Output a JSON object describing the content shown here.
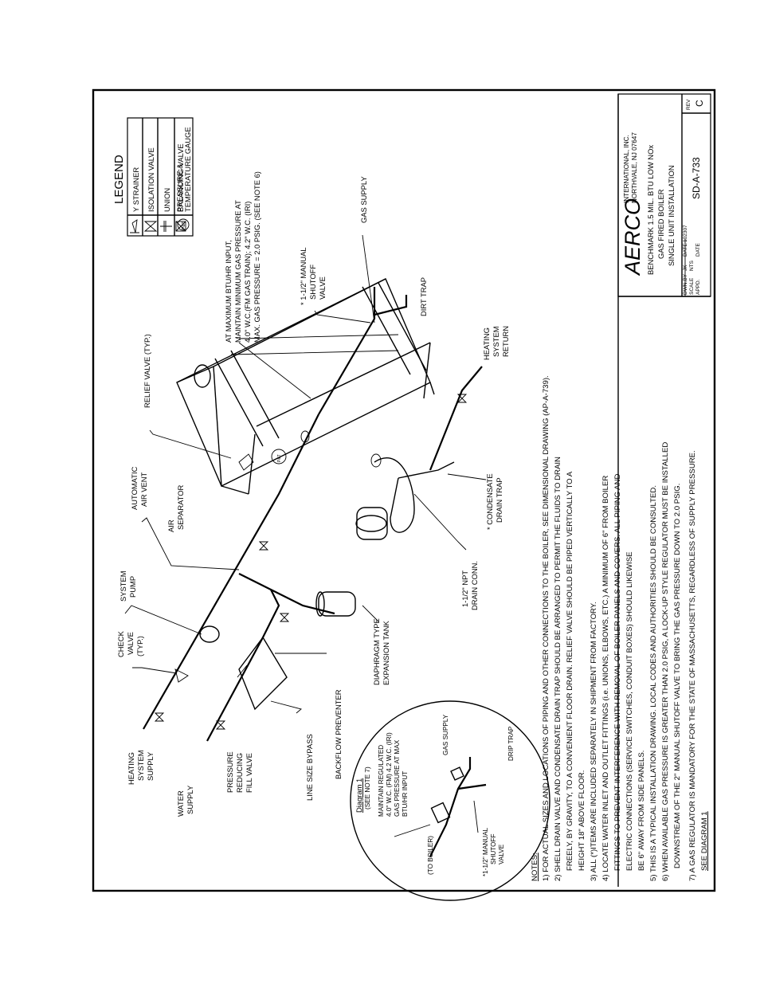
{
  "legend": {
    "title": "LEGEND",
    "items": [
      {
        "icon": "y-strainer-icon",
        "label": "Y STRAINER"
      },
      {
        "icon": "isolation-valve-icon",
        "label": "ISOLATION VALVE"
      },
      {
        "icon": "union-icon",
        "label": "UNION"
      },
      {
        "icon": "balancing-valve-icon",
        "label": "BALANCING VALVE"
      },
      {
        "icon": "pressure-temperature-gauge-icon",
        "label": "PRESSURE &",
        "label2": "TEMPERATURE GAUGE",
        "symbol": "P&T"
      }
    ]
  },
  "title_block": {
    "company": "AERCO",
    "company_full": "INTERNATIONAL, INC.",
    "address": "NORTHVALE, NJ  07647",
    "title_lines": [
      "BENCHMARK 1.5 MIL. BTU LOW NOx",
      "GAS FIRED BOILER",
      "SINGLE UNIT INSTALLATION"
    ],
    "dwn_by_label": "DWN.BY",
    "dwn_by": "JK",
    "date_label": "DATE",
    "date": "102307",
    "scale_label": "SCALE",
    "scale": "NTS",
    "appd_label": "APPD.",
    "appd_date_label": "DATE",
    "drawing_number": "SD-A-733",
    "rev_label": "REV",
    "rev": "C"
  },
  "labels": {
    "heating_supply": [
      "HEATING",
      "SYSTEM",
      "SUPPLY"
    ],
    "check_valve": [
      "CHECK",
      "VALVE",
      "(TYP.)"
    ],
    "system_pump": [
      "SYSTEM",
      "PUMP"
    ],
    "air_separator": [
      "AIR",
      "SEPARATOR"
    ],
    "air_vent": [
      "AUTOMATIC",
      "AIR VENT"
    ],
    "relief_valve": "RELIEF VALVE (TYP.)",
    "gas_pressure": [
      "AT MAXIMUM BTU/HR INPUT,",
      "MAINTAIN MINIMUM GAS PRESSURE AT",
      "4.0\" W.C.(FM GAS TRAIN); 4.2\" W.C. (IRI)",
      "MAX. GAS PRESSURE = 2.0 PSIG. (SEE NOTE 6)"
    ],
    "shutoff_valve": [
      "* 1-1/2\" MANUAL",
      "SHUTOFF",
      "VALVE"
    ],
    "gas_supply": "GAS SUPPLY",
    "dirt_trap": "DIRT TRAP",
    "heating_return": [
      "HEATING",
      "SYSTEM",
      "RETURN"
    ],
    "condensate_trap": [
      "* CONDENSATE",
      "DRAIN TRAP"
    ],
    "drain_conn": [
      "1-1/2\" NPT",
      "DRAIN CONN."
    ],
    "expansion_tank": [
      "DIAPHRAGM TYPE",
      "EXPANSION TANK"
    ],
    "water_supply": [
      "WATER",
      "SUPPLY"
    ],
    "fill_valve": [
      "PRESSURE",
      "REDUCING",
      "FILL VALVE"
    ],
    "bypass": "LINE SIZE BYPASS",
    "backflow": "BACKFLOW PREVENTER"
  },
  "diagram1": {
    "title": "Diagram 1",
    "subtitle": "(SEE NOTE 7)",
    "regulator": [
      "MAINTAIN REGULATED",
      "4.0\" W.C. (FM) 4.2 W.C. (IRI)",
      "GAS PRESSURE AT MAX",
      "BTU/HR INPUT"
    ],
    "gas_supply": "GAS SUPPLY",
    "drip_trap": "DRIP TRAP",
    "to_boiler": "(TO BOILER)",
    "shutoff": [
      "*1-1/2\" MANUAL",
      "SHUTOFF",
      "VALVE"
    ]
  },
  "notes": {
    "title": "NOTES:",
    "lines": [
      "1) FOR ACTUAL  SIZES AND LOCATIONS OF PIPING AND OTHER CONNECTIONS TO THE BOILER, SEE DIMENSIONAL DRAWING (AP-A-739).",
      "2) SHELL DRAIN VALVE AND CONDENSATE DRAIN TRAP SHOULD BE ARRANGED TO PERMIT THE FLUIDS TO DRAIN",
      "FREELY, BY GRAVITY, TO A CONVENIENT FLOOR DRAIN.  RELIEF VALVE SHOULD BE PIPED VERTICALLY TO A",
      "HEIGHT 18\" ABOVE FLOOR.",
      "3) ALL (*)ITEMS ARE INCLUDED SEPARATELY IN SHIPMENT FROM FACTORY.",
      "4) LOCATE WATER INLET AND OUTLET FITTINGS (i.e. UNIONS, ELBOWS, ETC.) A MINIMUM OF 6\" FROM BOILER",
      "FITTINGS TO PREVENT INTERFERENCE WITH REMOVAL OF BOILER PANELS AND COVERS.  ALL PIPING AND",
      "ELECTRIC CONNECTIONS (SERVICE SWITCHES, CONDUIT BOXES) SHOULD LIKEWISE",
      "BE 6\" AWAY FROM SIDE PANELS.",
      "5) THIS IS A TYPICAL INSTALLATION DRAWING.  LOCAL CODES AND AUTHORITIES SHOULD BE CONSULTED.",
      "6) WHEN AVAILABLE GAS PRESSURE IS GREATER THAN 2.0 PSIG, A LOCK-UP STYLE REGULATOR MUST BE INSTALLED",
      "DOWNSTREAM OF THE 2\" MANUAL SHUTOFF VALVE TO BRING THE GAS PRESSURE DOWN TO 2.0 PSIG.",
      "7) A GAS REGULATOR IS MANDATORY FOR THE STATE OF MASSACHUSETTS, REGARDLESS OF SUPPLY PRESSURE.",
      "SEE DIAGRAM 1"
    ]
  }
}
